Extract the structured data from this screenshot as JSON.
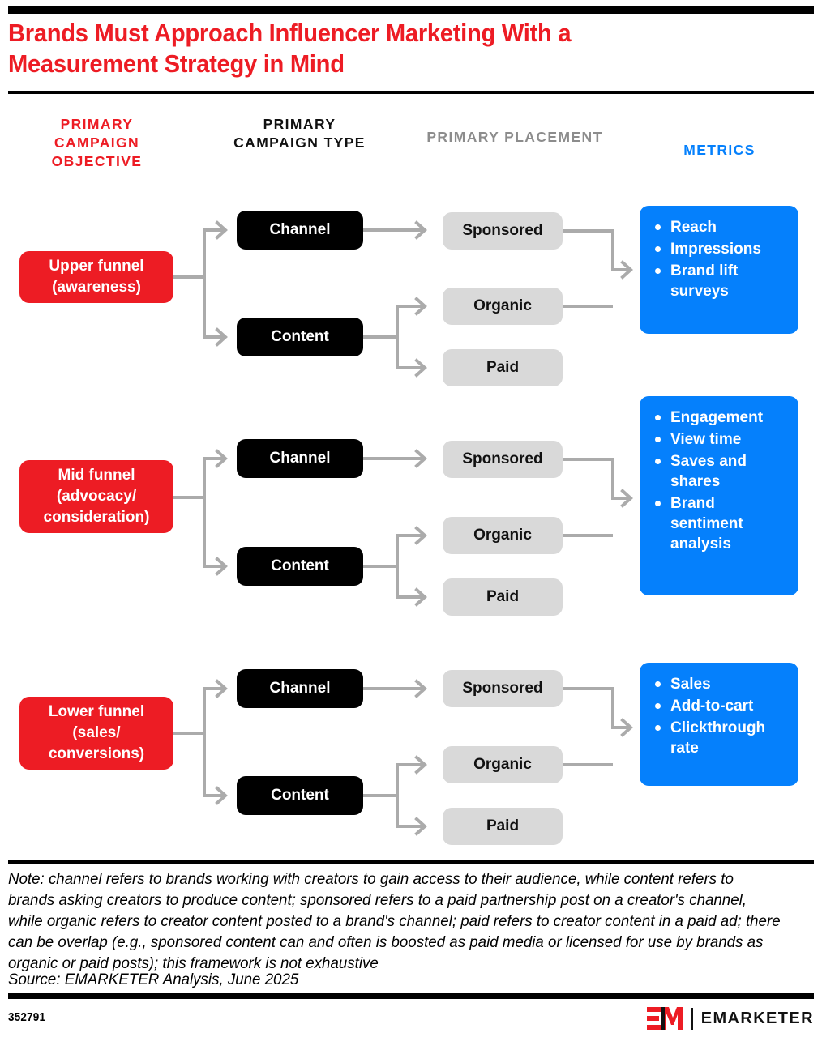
{
  "title": "Brands Must Approach Influencer Marketing With a Measurement Strategy in Mind",
  "colors": {
    "red": "#ED1C24",
    "blue": "#0580FC",
    "black": "#000000",
    "gray_pill": "#D9D9D9",
    "gray_header": "#8C8C8C",
    "connector": "#ABABAB"
  },
  "headers": {
    "objective": "PRIMARY CAMPAIGN OBJECTIVE",
    "type": "PRIMARY CAMPAIGN TYPE",
    "placement": "PRIMARY PLACEMENT",
    "metrics": "METRICS"
  },
  "rows": [
    {
      "objective": "Upper funnel (awareness)",
      "types": {
        "channel": "Channel",
        "content": "Content"
      },
      "placements": {
        "sponsored": "Sponsored",
        "organic": "Organic",
        "paid": "Paid"
      },
      "metrics": [
        "Reach",
        "Impressions",
        "Brand lift surveys"
      ]
    },
    {
      "objective": "Mid funnel (advocacy/ consideration)",
      "types": {
        "channel": "Channel",
        "content": "Content"
      },
      "placements": {
        "sponsored": "Sponsored",
        "organic": "Organic",
        "paid": "Paid"
      },
      "metrics": [
        "Engagement",
        "View time",
        "Saves and shares",
        "Brand sentiment analysis"
      ]
    },
    {
      "objective": "Lower funnel (sales/ conversions)",
      "types": {
        "channel": "Channel",
        "content": "Content"
      },
      "placements": {
        "sponsored": "Sponsored",
        "organic": "Organic",
        "paid": "Paid"
      },
      "metrics": [
        "Sales",
        "Add-to-cart",
        "Clickthrough rate"
      ]
    }
  ],
  "note": "Note: channel refers to brands working with creators to gain access to their audience, while content refers to brands asking creators to produce content; sponsored refers to a paid partnership post on a creator's channel, while organic refers to creator content posted to a brand's channel; paid refers to creator content in a paid ad; there can be overlap (e.g., sponsored content can and often is boosted as paid media or licensed for use by brands as organic or paid posts); this framework is not exhaustive",
  "source": "Source: EMARKETER Analysis, June 2025",
  "chart_id": "352791",
  "logo": {
    "mark": "EM",
    "word": "EMARKETER"
  }
}
